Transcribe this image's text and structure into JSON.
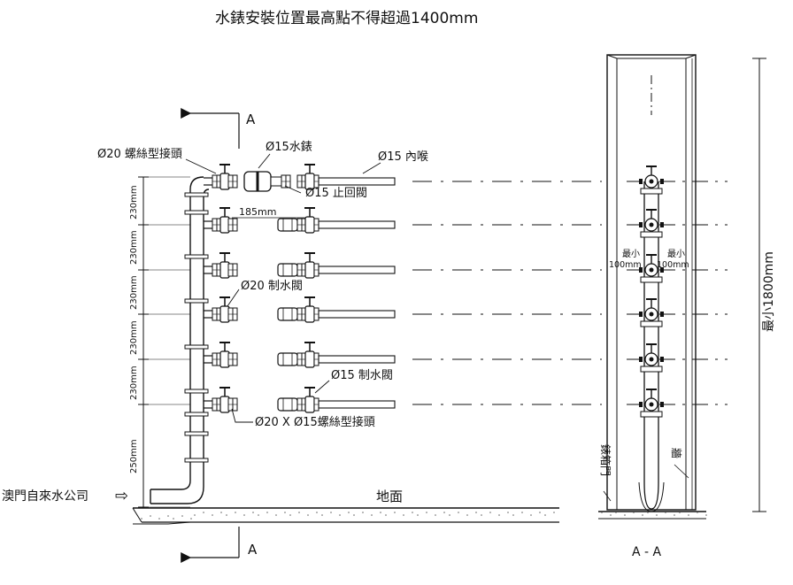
{
  "title": "水錶安裝位置最高點不得超過1400mm",
  "section_marker": "A",
  "section_label": "A - A",
  "labels": {
    "threaded_joint_20": "Ø20 螺絲型接頭",
    "meter_15": "Ø15水錶",
    "inner_throat_15": "Ø15 內喉",
    "check_valve_15": "Ø15 止回閥",
    "spacing_185": "185mm",
    "stop_valve_20": "Ø20 制水閥",
    "stop_valve_15": "Ø15 制水閥",
    "reducer_joint": "Ø20 X Ø15螺絲型接頭",
    "supplier": "澳門自來水公司",
    "supply_arrow": "⇨",
    "ground": "地面",
    "min_gap": "最小",
    "min_gap_value": "100mm",
    "min_height": "最小1800mm",
    "meter_box_door": "錶箱門",
    "wall": "牆"
  },
  "vertical_dimensions": [
    "230mm",
    "230mm",
    "230mm",
    "230mm",
    "230mm",
    "250mm"
  ],
  "meter_rows": 6,
  "colors": {
    "line": "#111111",
    "background": "#ffffff",
    "ground_hatch": "#666666"
  }
}
